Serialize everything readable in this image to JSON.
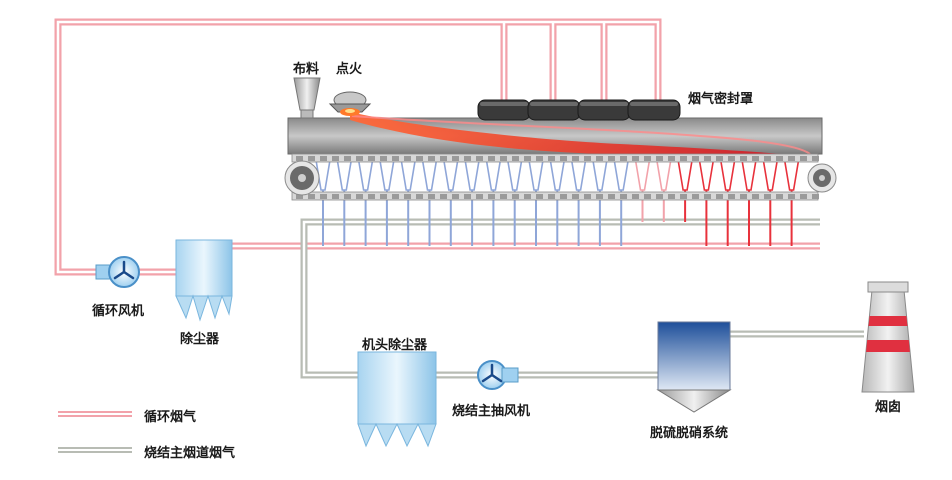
{
  "labels": {
    "feeder": "布料",
    "ignition": "点火",
    "hood": "烟气密封罩",
    "circ_fan": "循环风机",
    "dust_collector": "除尘器",
    "head_dust_collector": "机头除尘器",
    "main_fan": "烧结主抽风机",
    "desulfurization": "脱硫脱硝系统",
    "chimney": "烟囱"
  },
  "legend": [
    {
      "label": "循环烟气",
      "color": "#f2a2aa"
    },
    {
      "label": "烧结主烟道烟气",
      "color": "#b8bcb4"
    }
  ],
  "colors": {
    "recirc_pipe": "#f2a2aa",
    "main_pipe": "#b8bcb4",
    "cool_branch": "#8fa6d8",
    "hot_branch": "#e8323c",
    "flame_band": "#cc1a2a",
    "hood_dark": "#3a3a3a",
    "chimney_stripe": "#e03040"
  }
}
